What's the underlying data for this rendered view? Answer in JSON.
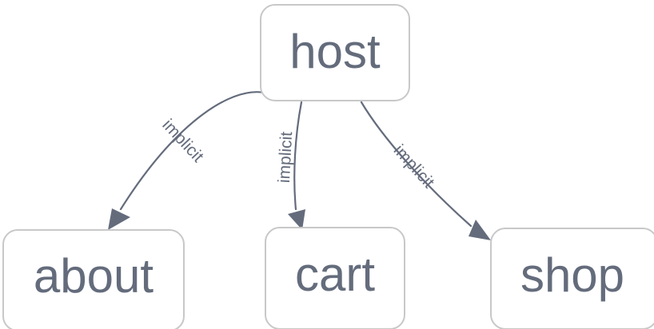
{
  "diagram": {
    "type": "directed-graph",
    "background_color": "#ffffff",
    "node_fill": "#ffffff",
    "node_stroke": "#c8c8c8",
    "text_color": "#646c7c",
    "edge_color": "#646c7c",
    "nodes": [
      {
        "id": "host",
        "label": "host"
      },
      {
        "id": "about",
        "label": "about"
      },
      {
        "id": "cart",
        "label": "cart"
      },
      {
        "id": "shop",
        "label": "shop"
      }
    ],
    "edges": [
      {
        "from": "host",
        "to": "about",
        "label": "implicit"
      },
      {
        "from": "host",
        "to": "cart",
        "label": "implicit"
      },
      {
        "from": "host",
        "to": "shop",
        "label": "implicit"
      }
    ]
  }
}
